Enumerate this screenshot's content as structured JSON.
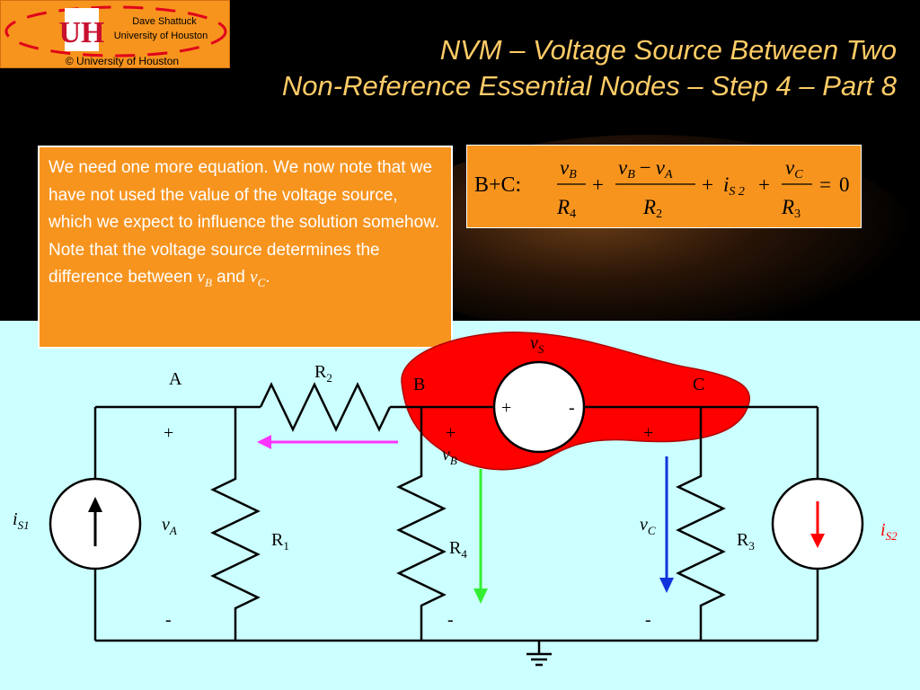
{
  "header": {
    "author": "Dave Shattuck",
    "institution": "University of Houston",
    "copyright": "© University of Houston",
    "logo_letters": "UH"
  },
  "title": {
    "line1": "NVM – Voltage Source Between Two",
    "line2": "Non-Reference Essential Nodes – Step 4 – Part 8"
  },
  "explanation": {
    "text": "We need one more equation.  We now note that we have not used the value of the voltage source, which we expect to influence the solution somehow.  Note that the voltage source determines the difference between",
    "var1_letter": "v",
    "var1_sub": "B",
    "middle": "and",
    "var2_letter": "v",
    "var2_sub": "C",
    "end": "."
  },
  "equation": {
    "label": "B+C:",
    "zero": "0",
    "term1_num": "v",
    "term1_num_sub": "B",
    "term1_den": "R",
    "term1_den_sub": "4",
    "term2_num_a": "v",
    "term2_num_a_sub": "B",
    "term2_minus": "−",
    "term2_num_b": "v",
    "term2_num_b_sub": "A",
    "term2_den": "R",
    "term2_den_sub": "2",
    "term3": "i",
    "term3_sub": "S 2",
    "term4_num": "v",
    "term4_num_sub": "C",
    "term4_den": "R",
    "term4_den_sub": "3",
    "plus": "+",
    "equals": "="
  },
  "circuit": {
    "node_a": "A",
    "node_b": "B",
    "node_c": "C",
    "r2": "R",
    "r2_sub": "2",
    "r1": "R",
    "r1_sub": "1",
    "r4": "R",
    "r4_sub": "4",
    "r3": "R",
    "r3_sub": "3",
    "vs": "v",
    "vs_sub": "S",
    "vs_plus": "+",
    "vs_minus": "-",
    "is1": "i",
    "is1_sub": "S1",
    "is2": "i",
    "is2_sub": "S2",
    "va": "v",
    "va_sub": "A",
    "vb": "v",
    "vb_sub": "B",
    "vc": "v",
    "vc_sub": "C",
    "plus": "+",
    "minus": "-"
  },
  "colors": {
    "accent_orange": "#f7941e",
    "title_text": "#ffcc66",
    "supernode_red": "#ff0000",
    "arrow_magenta": "#ff33ff",
    "arrow_green": "#33ee33",
    "arrow_blue": "#1133dd",
    "circuit_background": "#ccffff"
  }
}
